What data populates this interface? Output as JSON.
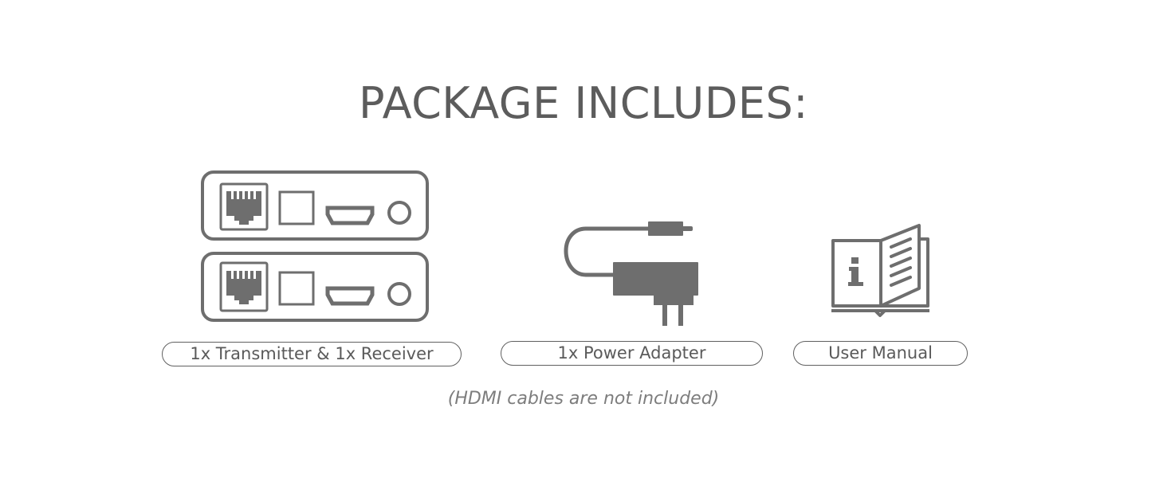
{
  "heading": "PACKAGE INCLUDES:",
  "items": [
    {
      "label": "1x Transmitter & 1x Receiver",
      "icon": "hdmi-extender-units-icon"
    },
    {
      "label": "1x Power Adapter",
      "icon": "power-adapter-icon"
    },
    {
      "label": "User Manual",
      "icon": "user-manual-icon"
    }
  ],
  "note": "(HDMI cables are not included)",
  "colors": {
    "icon": "#6e6e6e",
    "text": "#5c5c5c",
    "note": "#7d7d7d",
    "background": "#ffffff"
  }
}
